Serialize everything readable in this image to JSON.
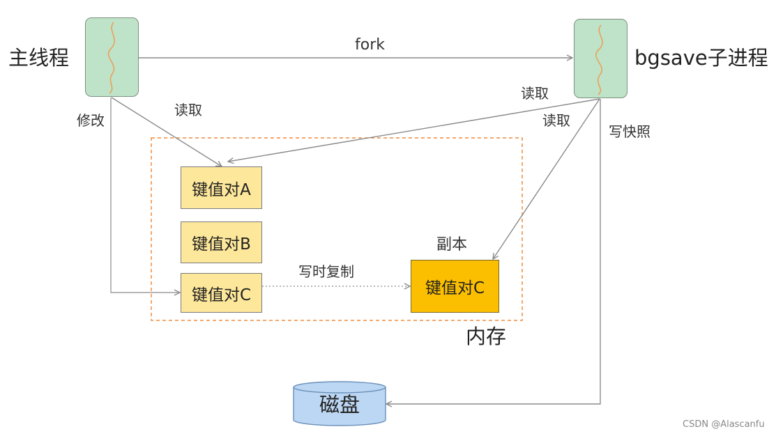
{
  "processes": {
    "main_label": "主线程",
    "child_label": "bgsave子进程"
  },
  "memory": {
    "label": "内存",
    "key_values": [
      "键值对A",
      "键值对B",
      "键值对C"
    ],
    "copy": {
      "caption": "副本",
      "label": "键值对C"
    }
  },
  "disk": {
    "label": "磁盘"
  },
  "edges": {
    "fork": "fork",
    "main_read": "读取",
    "main_modify": "修改",
    "child_read_a": "读取",
    "child_read_c": "读取",
    "write_snapshot": "写快照",
    "cow": "写时复制"
  },
  "watermark": "CSDN @Alascanfu",
  "colors": {
    "process_fill": "#bfe3c8",
    "squiggle": "#e8a15a",
    "kv_fill": "#fde79a",
    "copy_fill": "#fbbf00",
    "memory_border": "#ee8a3c",
    "disk_fill": "#bcd7f3",
    "line": "#8a8a8a"
  }
}
